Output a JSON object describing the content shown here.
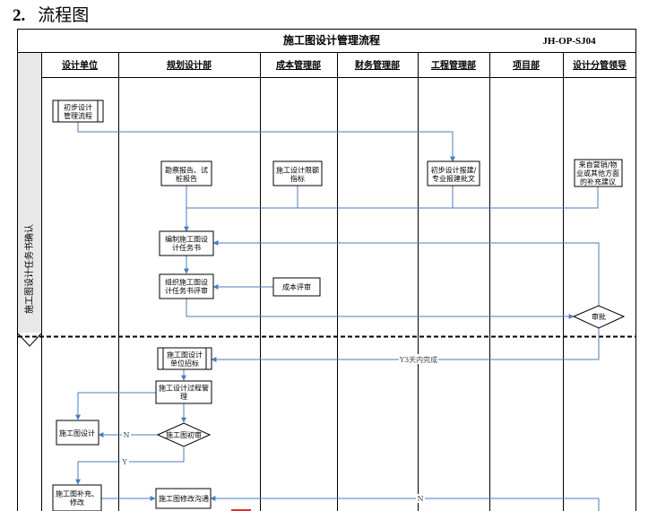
{
  "section": {
    "number": "2.",
    "title": "流程图"
  },
  "header": {
    "title": "施工图设计管理流程",
    "code": "JH-OP-SJ04"
  },
  "lanes": [
    "设计单位",
    "规划设计部",
    "成本管理部",
    "财务管理部",
    "工程管理部",
    "项目部",
    "设计分管领导"
  ],
  "phase_label": "施工图设计任务书确认",
  "nodes": {
    "n1": "初步设计\n管理流程",
    "n2": "勘察报告、试\n桩报告",
    "n3": "施工设计限额\n指标",
    "n4": "初步设计报建/\n专业报建批文",
    "n5": "来自营销/物\n业或其他方面\n的补充建议",
    "n6": "编制施工图设\n计任务书",
    "n7": "组织施工图设\n计任务书评审",
    "n8": "成本评审",
    "n9": "审批",
    "n10": "施工图设计\n单位招标",
    "n11": "施工设计过程管\n理",
    "n12": "施工图设计",
    "n13": "施工图初审",
    "n14": "施工图补充、\n修改",
    "n15": "施工图修改沟通"
  },
  "edge_labels": {
    "y3": "Y3天内完成",
    "n_left": "N",
    "y_down": "Y",
    "n_bottom": "N"
  },
  "colors": {
    "line": "#4a7ebb",
    "grid": "#000000"
  }
}
